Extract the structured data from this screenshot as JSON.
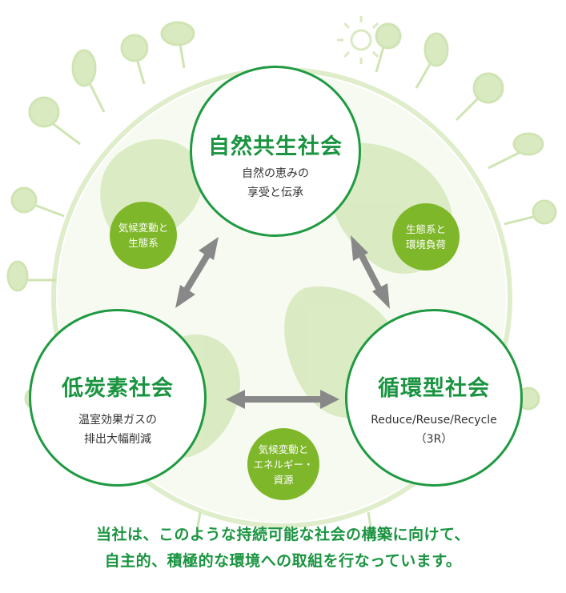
{
  "colors": {
    "node_border": "#1f9a42",
    "node_title": "#1a9440",
    "badge": "#7fb72b",
    "arrow": "#888888",
    "background_art": "#dcebc4"
  },
  "nodes": {
    "top": {
      "title": "自然共生社会",
      "desc_lines": [
        "自然の恵みの",
        "享受と伝承"
      ]
    },
    "left": {
      "title": "低炭素社会",
      "desc_lines": [
        "温室効果ガスの",
        "排出大幅削減"
      ]
    },
    "right": {
      "title": "循環型社会",
      "desc_lines": [
        "Reduce/Reuse/Recycle",
        "（3R）"
      ]
    }
  },
  "badges": {
    "left": [
      "気候変動と",
      "生態系"
    ],
    "right": [
      "生態系と",
      "環境負荷"
    ],
    "bottom": [
      "気候変動と",
      "エネルギー・",
      "資源"
    ]
  },
  "footer_lines": [
    "当社は、このような持続可能な社会の構築に向けて、",
    "自主的、積極的な環境への取組を行なっています。"
  ]
}
